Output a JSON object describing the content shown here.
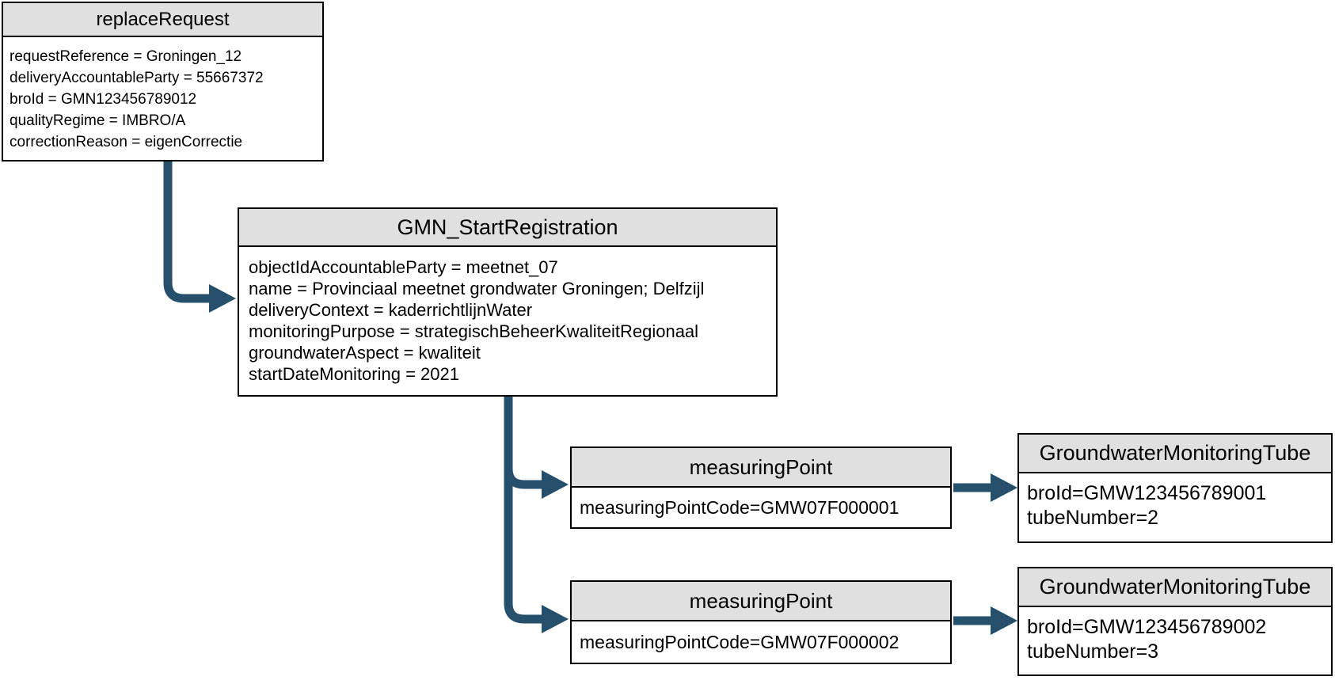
{
  "colors": {
    "page_background": "#FFFFFF",
    "connector": "#254F6B",
    "node_header_fill": "#E0E0E0",
    "node_border": "#000000",
    "text": "#000000"
  },
  "nodes": {
    "replace_request": {
      "title": "replaceRequest",
      "lines": [
        "requestReference = Groningen_12",
        "deliveryAccountableParty = 55667372",
        "broId = GMN123456789012",
        "qualityRegime = IMBRO/A",
        "correctionReason = eigenCorrectie"
      ]
    },
    "gmn_start_registration": {
      "title": "GMN_StartRegistration",
      "lines": [
        "objectIdAccountableParty = meetnet_07",
        "name = Provinciaal meetnet grondwater Groningen; Delfzijl",
        "deliveryContext = kaderrichtlijnWater",
        "monitoringPurpose = strategischBeheerKwaliteitRegionaal",
        "groundwaterAspect = kwaliteit",
        "startDateMonitoring = 2021"
      ]
    },
    "measuring_point_1": {
      "title": "measuringPoint",
      "lines": [
        "measuringPointCode=GMW07F000001"
      ]
    },
    "tube_1": {
      "title": "GroundwaterMonitoringTube",
      "lines": [
        "broId=GMW123456789001",
        "tubeNumber=2"
      ]
    },
    "measuring_point_2": {
      "title": "measuringPoint",
      "lines": [
        "measuringPointCode=GMW07F000002"
      ]
    },
    "tube_2": {
      "title": "GroundwaterMonitoringTube",
      "lines": [
        "broId=GMW123456789002",
        "tubeNumber=3"
      ]
    }
  }
}
